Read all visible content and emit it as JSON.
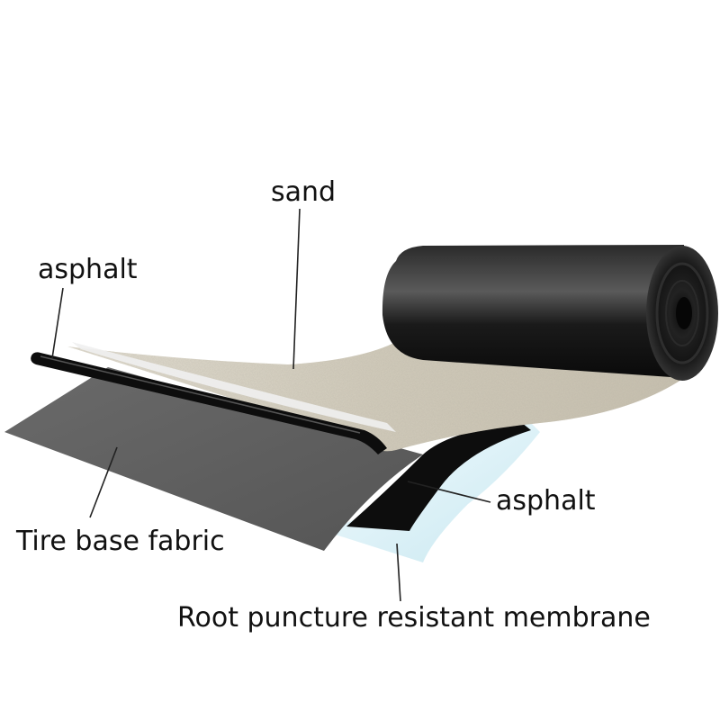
{
  "labels": {
    "sand": "sand",
    "asphalt_top": "asphalt",
    "asphalt_right": "asphalt",
    "tire_base_fabric": "Tire base fabric",
    "root_membrane": "Root puncture resistant membrane"
  },
  "colors": {
    "sand_surface": "#d8d3c5",
    "roll_dark": "#1e1e1e",
    "asphalt_black": "#0d0d0d",
    "fabric_gray": "#5f5f5f",
    "membrane_blue": "#d6eef4",
    "leader_line": "#222222"
  }
}
